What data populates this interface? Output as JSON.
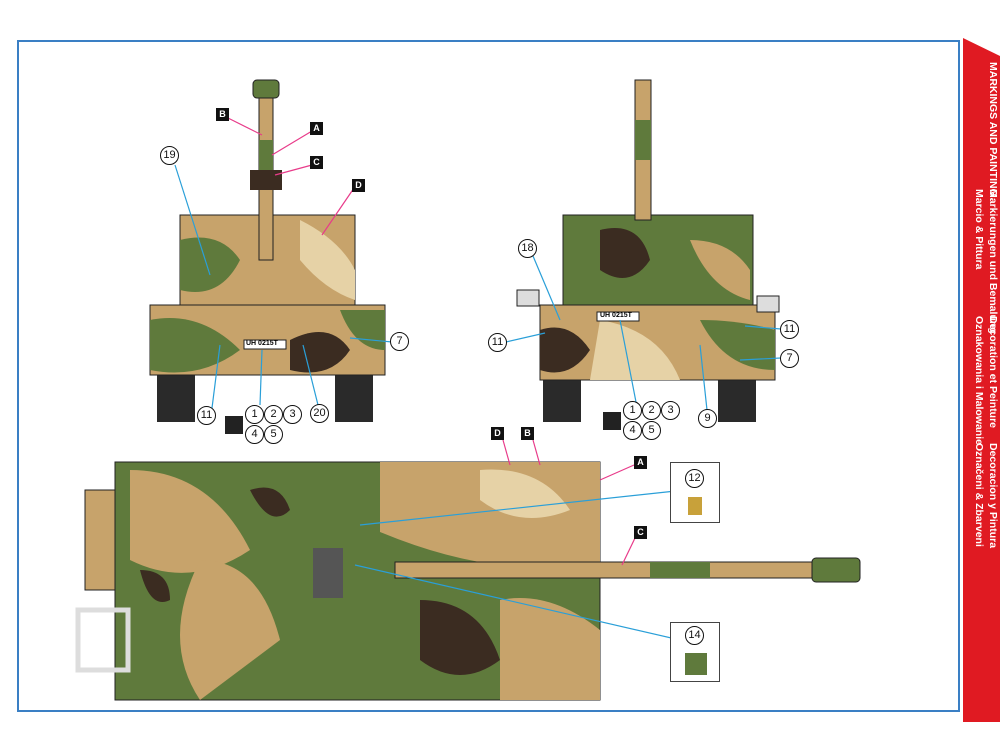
{
  "sidebar": {
    "title": "MARKINGS AND PAINTING",
    "lines": [
      [
        "Markierungen und Bemalung",
        "Decoration et Peinture",
        "Decoracion y Pintura"
      ],
      [
        "Marcio & Pittura",
        "Oznakowania i Malowanie",
        "Označeni & Zbarveni"
      ]
    ]
  },
  "colors": {
    "accent": "#e01a22",
    "frame": "#3a7fc4",
    "camo_green": "#5f7a3c",
    "camo_tan": "#c7a36b",
    "camo_brown": "#3b2c21",
    "camo_sand": "#e6d2a6"
  },
  "front_view": {
    "plate": "UH 0215T",
    "letters": [
      "A",
      "B",
      "C",
      "D"
    ],
    "callouts": [
      "19",
      "7",
      "11",
      "20"
    ],
    "decals": [
      "1",
      "2",
      "3",
      "4",
      "5"
    ]
  },
  "rear_view": {
    "plate": "UH 0215T",
    "callouts": [
      "18",
      "11",
      "11",
      "7",
      "9"
    ],
    "decals": [
      "1",
      "2",
      "3",
      "4",
      "5"
    ]
  },
  "top_view": {
    "letters": [
      "D",
      "B",
      "A",
      "C"
    ],
    "callouts": [
      "12",
      "14"
    ]
  }
}
